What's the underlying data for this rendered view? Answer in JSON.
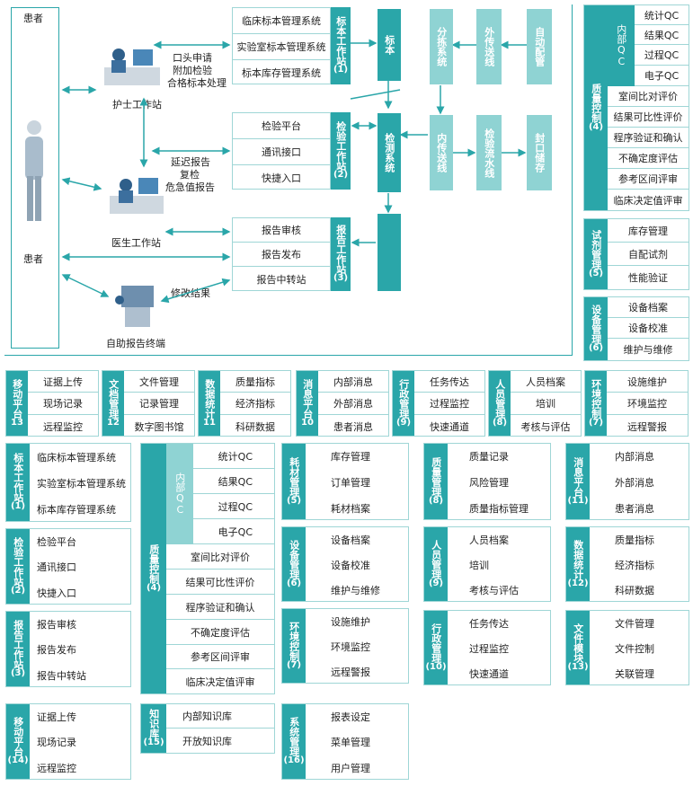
{
  "top": {
    "patient_top": "患者",
    "patient_mid": "患者",
    "nurse_label": "护士工作站",
    "doctor_label": "医生工作站",
    "kiosk_label": "自助报告终端",
    "nurse_notes": [
      "口头申请",
      "附加检验",
      "合格标本处理"
    ],
    "doctor_notes": [
      "延迟报告",
      "复检",
      "危急值报告"
    ],
    "kiosk_note": "修改结果",
    "sample_station": {
      "title": "标本工作站",
      "num": "(1)",
      "items": [
        "临床标本管理系统",
        "实验室标本管理系统",
        "标本库存管理系统"
      ]
    },
    "lab_station": {
      "title": "检验工作站",
      "num": "(2)",
      "items": [
        "检验平台",
        "通讯接口",
        "快捷入口"
      ]
    },
    "report_station": {
      "title": "报告工作站",
      "num": "(3)",
      "items": [
        "报告审核",
        "报告发布",
        "报告中转站"
      ]
    },
    "specimen": "标本",
    "detect": "检测系统",
    "sort": "分拣系统",
    "outbound": "外传送线",
    "auto": "自动配管",
    "inbound": "内传送线",
    "flowline": "检验流水线",
    "seal": "封口储存",
    "qc": {
      "title": "质量控制",
      "num": "(4)",
      "inner": "内部QC",
      "inner_items": [
        "统计QC",
        "结果QC",
        "过程QC",
        "电子QC"
      ],
      "items": [
        "室间比对评价",
        "结果可比性评价",
        "程序验证和确认",
        "不确定度评估",
        "参考区间评审",
        "临床决定值评审"
      ]
    },
    "reagent": {
      "title": "试剂管理",
      "num": "(5)",
      "items": [
        "库存管理",
        "自配试剂",
        "性能验证"
      ]
    },
    "equip": {
      "title": "设备管理",
      "num": "(6)",
      "items": [
        "设备档案",
        "设备校准",
        "维护与维修"
      ]
    }
  },
  "mid": [
    {
      "title": "移动平台",
      "num": "13",
      "items": [
        "证据上传",
        "现场记录",
        "远程监控"
      ]
    },
    {
      "title": "文档管理",
      "num": "12",
      "items": [
        "文件管理",
        "记录管理",
        "数字图书馆"
      ]
    },
    {
      "title": "数据统计",
      "num": "11",
      "items": [
        "质量指标",
        "经济指标",
        "科研数据"
      ]
    },
    {
      "title": "消息平台",
      "num": "10",
      "items": [
        "内部消息",
        "外部消息",
        "患者消息"
      ]
    },
    {
      "title": "行政管理",
      "num": "(9)",
      "items": [
        "任务传达",
        "过程监控",
        "快速通道"
      ]
    },
    {
      "title": "人员管理",
      "num": "(8)",
      "items": [
        "人员档案",
        "培训",
        "考核与评估"
      ]
    },
    {
      "title": "环境控制",
      "num": "(7)",
      "items": [
        "设施维护",
        "环境监控",
        "远程警报"
      ]
    }
  ],
  "bottom": {
    "c1": [
      {
        "title": "标本工作站",
        "num": "(1)",
        "items": [
          "临床标本管理系统",
          "实验室标本管理系统",
          "标本库存管理系统"
        ]
      },
      {
        "title": "检验工作站",
        "num": "(2)",
        "items": [
          "检验平台",
          "通讯接口",
          "快捷入口"
        ]
      },
      {
        "title": "报告工作站",
        "num": "(3)",
        "items": [
          "报告审核",
          "报告发布",
          "报告中转站"
        ]
      },
      {
        "title": "移动平台",
        "num": "(14)",
        "items": [
          "证据上传",
          "现场记录",
          "远程监控"
        ]
      }
    ],
    "qc": {
      "title": "质量控制",
      "num": "(4)",
      "inner": "内部QC",
      "inner_items": [
        "统计QC",
        "结果QC",
        "过程QC",
        "电子QC"
      ],
      "items": [
        "室间比对评价",
        "结果可比性评价",
        "程序验证和确认",
        "不确定度评估",
        "参考区间评审",
        "临床决定值评审"
      ]
    },
    "knowledge": {
      "title": "知识库",
      "num": "(15)",
      "items": [
        "内部知识库",
        "开放知识库"
      ]
    },
    "c3": [
      {
        "title": "耗材管理",
        "num": "(5)",
        "items": [
          "库存管理",
          "订单管理",
          "耗材档案"
        ]
      },
      {
        "title": "设备管理",
        "num": "(6)",
        "items": [
          "设备档案",
          "设备校准",
          "维护与维修"
        ]
      },
      {
        "title": "环境控制",
        "num": "(7)",
        "items": [
          "设施维护",
          "环境监控",
          "远程警报"
        ]
      },
      {
        "title": "系统管理",
        "num": "(16)",
        "items": [
          "报表设定",
          "菜单管理",
          "用户管理"
        ]
      }
    ],
    "c4": [
      {
        "title": "质量管理",
        "num": "(8)",
        "items": [
          "质量记录",
          "风险管理",
          "质量指标管理"
        ]
      },
      {
        "title": "人员管理",
        "num": "(9)",
        "items": [
          "人员档案",
          "培训",
          "考核与评估"
        ]
      },
      {
        "title": "行政管理",
        "num": "(10)",
        "items": [
          "任务传达",
          "过程监控",
          "快速通道"
        ]
      }
    ],
    "c5": [
      {
        "title": "消息平台",
        "num": "(11)",
        "items": [
          "内部消息",
          "外部消息",
          "患者消息"
        ]
      },
      {
        "title": "数据统计",
        "num": "(12)",
        "items": [
          "质量指标",
          "经济指标",
          "科研数据"
        ]
      },
      {
        "title": "文件模块",
        "num": "(13)",
        "items": [
          "文件管理",
          "文件控制",
          "关联管理"
        ]
      }
    ]
  }
}
